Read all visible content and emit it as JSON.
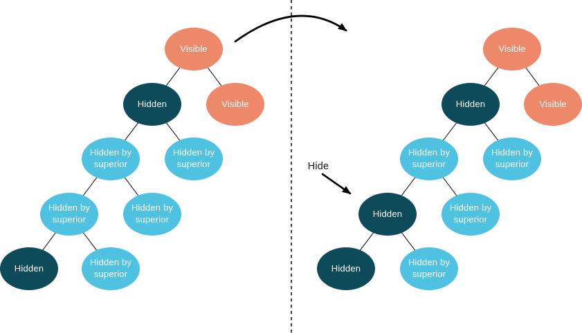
{
  "diagram": {
    "type": "tree-transition",
    "annotations": {
      "hide_label": "Hide"
    },
    "palette": {
      "visible_fill": "#ED8968",
      "hidden_fill": "#0D4A5A",
      "hidden_by_superior_fill": "#4FC1E1",
      "edge_stroke": "#1A1A1A",
      "arrow_color": "#000000",
      "node_text_color": "#FFFFFF"
    },
    "before_tree": {
      "nodes": [
        {
          "label": "Visible",
          "state": "visible"
        },
        {
          "label": "Hidden",
          "state": "hidden"
        },
        {
          "label": "Visible",
          "state": "visible"
        },
        {
          "label": "Hidden by superior",
          "state": "hidden-by-superior"
        },
        {
          "label": "Hidden by superior",
          "state": "hidden-by-superior"
        },
        {
          "label": "Hidden by superior",
          "state": "hidden-by-superior"
        },
        {
          "label": "Hidden by superior",
          "state": "hidden-by-superior"
        },
        {
          "label": "Hidden",
          "state": "hidden"
        },
        {
          "label": "Hidden by superior",
          "state": "hidden-by-superior"
        }
      ],
      "edges": [
        [
          0,
          1
        ],
        [
          0,
          2
        ],
        [
          1,
          3
        ],
        [
          1,
          4
        ],
        [
          3,
          5
        ],
        [
          3,
          6
        ],
        [
          5,
          7
        ],
        [
          5,
          8
        ]
      ]
    },
    "after_tree": {
      "nodes": [
        {
          "label": "Visible",
          "state": "visible"
        },
        {
          "label": "Hidden",
          "state": "hidden"
        },
        {
          "label": "Visible",
          "state": "visible"
        },
        {
          "label": "Hidden by superior",
          "state": "hidden-by-superior"
        },
        {
          "label": "Hidden by superior",
          "state": "hidden-by-superior"
        },
        {
          "label": "Hidden",
          "state": "hidden"
        },
        {
          "label": "Hidden by superior",
          "state": "hidden-by-superior"
        },
        {
          "label": "Hidden",
          "state": "hidden"
        },
        {
          "label": "Hidden by superior",
          "state": "hidden-by-superior"
        }
      ],
      "edges": [
        [
          0,
          1
        ],
        [
          0,
          2
        ],
        [
          1,
          3
        ],
        [
          1,
          4
        ],
        [
          3,
          5
        ],
        [
          3,
          6
        ],
        [
          5,
          7
        ],
        [
          5,
          8
        ]
      ]
    }
  }
}
